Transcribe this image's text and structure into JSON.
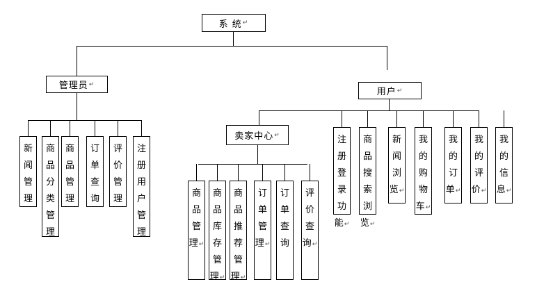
{
  "root": {
    "label": "系 统",
    "mark": "↵"
  },
  "admin": {
    "label": "管理员",
    "mark": "↵",
    "children": [
      {
        "label": "新闻管理",
        "mark": ""
      },
      {
        "label": "商品分类管理",
        "mark": ""
      },
      {
        "label": "商品管理",
        "mark": ""
      },
      {
        "label": "订单查询",
        "mark": ""
      },
      {
        "label": "评价管理",
        "mark": ""
      },
      {
        "label": "注册用户管理",
        "mark": ""
      }
    ]
  },
  "user": {
    "label": "用户",
    "mark": "↵",
    "seller": {
      "label": "卖家中心",
      "mark": "↵",
      "children": [
        {
          "label": "商品管理",
          "mark": "↵"
        },
        {
          "label": "商品库存管理",
          "mark": "↵"
        },
        {
          "label": "商品推荐管理",
          "mark": "↵"
        },
        {
          "label": "订单管理",
          "mark": "↵"
        },
        {
          "label": "订单查询",
          "mark": ""
        },
        {
          "label": "评价查询",
          "mark": "↵"
        }
      ]
    },
    "children": [
      {
        "label": "注册登录功能",
        "mark": "↵"
      },
      {
        "label": "商品搜索浏览",
        "mark": "↵"
      },
      {
        "label": "新闻浏览",
        "mark": "↵"
      },
      {
        "label": "我的购物车",
        "mark": "↵"
      },
      {
        "label": "我的订单",
        "mark": "↵"
      },
      {
        "label": "我的评价",
        "mark": "↵"
      },
      {
        "label": "我的信息",
        "mark": "↵"
      }
    ]
  }
}
